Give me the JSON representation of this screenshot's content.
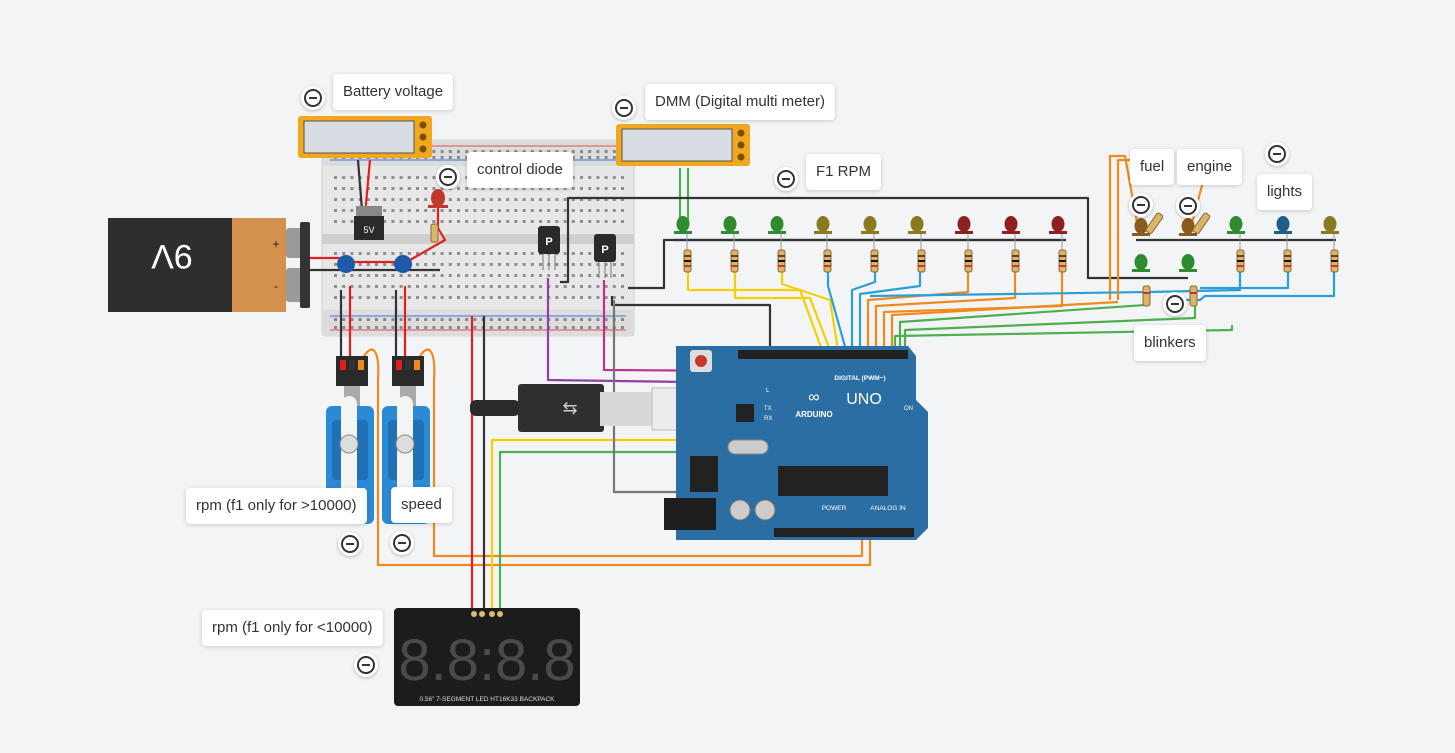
{
  "notes": [
    {
      "key": "battery_voltage",
      "text": "Battery voltage"
    },
    {
      "key": "dmm",
      "text": "DMM (Digital multi meter)"
    },
    {
      "key": "control_diode",
      "text": "control diode"
    },
    {
      "key": "f1_rpm",
      "text": "F1 RPM"
    },
    {
      "key": "fuel",
      "text": "fuel"
    },
    {
      "key": "engine",
      "text": "engine"
    },
    {
      "key": "lights",
      "text": "lights"
    },
    {
      "key": "blinkers",
      "text": "blinkers"
    },
    {
      "key": "rpm_high",
      "text": "rpm (f1 only for >10000)"
    },
    {
      "key": "speed",
      "text": "speed"
    },
    {
      "key": "rpm_low",
      "text": "rpm (f1 only for <10000)"
    }
  ],
  "battery": {
    "label": "9V",
    "plus": "+",
    "minus": "-"
  },
  "regulator": {
    "label": "5V"
  },
  "transistors": {
    "label": "P"
  },
  "arduino": {
    "brand": "ARDUINO",
    "model": "UNO",
    "digital_label": "DIGITAL (PWM~)",
    "power_label": "POWER",
    "analog_label": "ANALOG IN",
    "tx": "TX",
    "rx": "RX",
    "l": "L",
    "on": "ON"
  },
  "seven_segment": {
    "digits": "8.8:8.8",
    "footer": "0.56\" 7-SEGMENT LED HT16K33 BACKPACK"
  },
  "colors": {
    "wire_red": "#e02020",
    "wire_black": "#333333",
    "wire_orange": "#f08a1c",
    "wire_yellow": "#f5d000",
    "wire_green": "#4caf50",
    "wire_blue": "#2a9fd6",
    "wire_purple": "#8e3fa8",
    "wire_magenta": "#c0308a",
    "wire_gray": "#777777",
    "arduino_blue": "#2b6ea3",
    "battery_orange": "#d4914e",
    "meter_orange": "#f2a81c"
  }
}
